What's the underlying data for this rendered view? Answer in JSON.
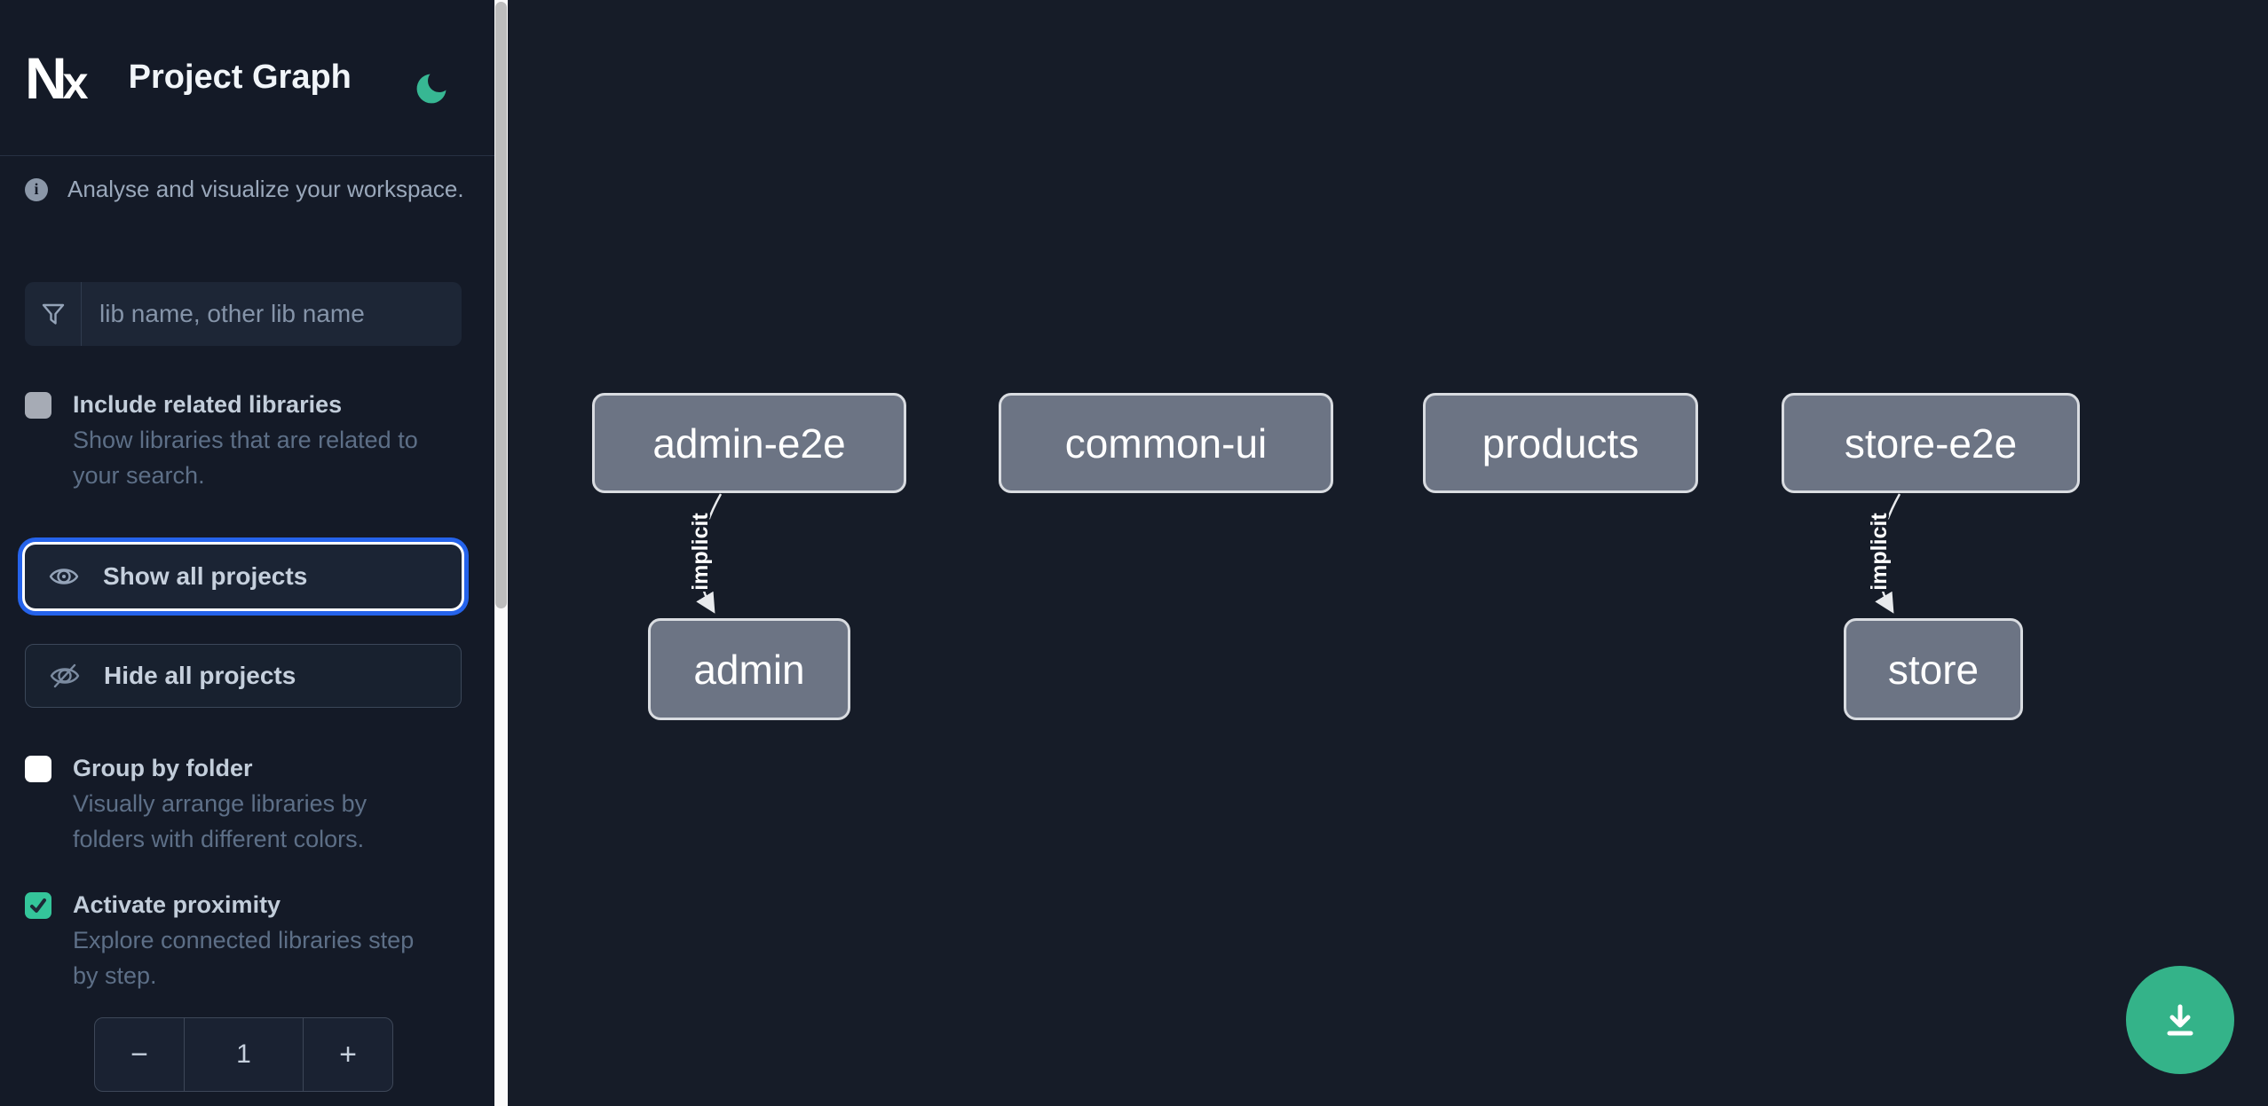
{
  "app": {
    "title": "Project Graph"
  },
  "colors": {
    "accent_green": "#34b389",
    "focus_blue": "#2563eb",
    "node_fill": "#6c7484",
    "node_border": "#d9dce1",
    "sidebar_bg": "#141a27",
    "canvas_bg": "#161c28"
  },
  "header": {
    "logo": "nx-logo",
    "theme_icon": "moon-icon"
  },
  "sidebar": {
    "info": {
      "icon": "info-icon",
      "text": "Analyse and visualize your workspace."
    },
    "search": {
      "icon": "filter-icon",
      "placeholder": "lib name, other lib name",
      "value": ""
    },
    "toggles": [
      {
        "label": "Include related libraries",
        "description": "Show libraries that are related to your search.",
        "checked": false
      },
      {
        "label": "Group by folder",
        "description": "Visually arrange libraries by folders with different colors.",
        "checked": false
      },
      {
        "label": "Activate proximity",
        "description": "Explore connected libraries step by step.",
        "checked": true
      }
    ],
    "buttons": {
      "show_all": {
        "icon": "eye-icon",
        "label": "Show all projects",
        "focused": true
      },
      "hide_all": {
        "icon": "eye-off-icon",
        "label": "Hide all projects",
        "focused": false
      }
    },
    "stepper": {
      "decrement": "−",
      "value": "1",
      "increment": "+"
    }
  },
  "graph": {
    "nodes": [
      {
        "label": "admin-e2e"
      },
      {
        "label": "common-ui"
      },
      {
        "label": "products"
      },
      {
        "label": "store-e2e"
      },
      {
        "label": "admin"
      },
      {
        "label": "store"
      }
    ],
    "edges": [
      {
        "label": "implicit",
        "from": "admin-e2e",
        "to": "admin"
      },
      {
        "label": "implicit",
        "from": "store-e2e",
        "to": "store"
      }
    ]
  },
  "fab": {
    "icon": "download-icon"
  }
}
